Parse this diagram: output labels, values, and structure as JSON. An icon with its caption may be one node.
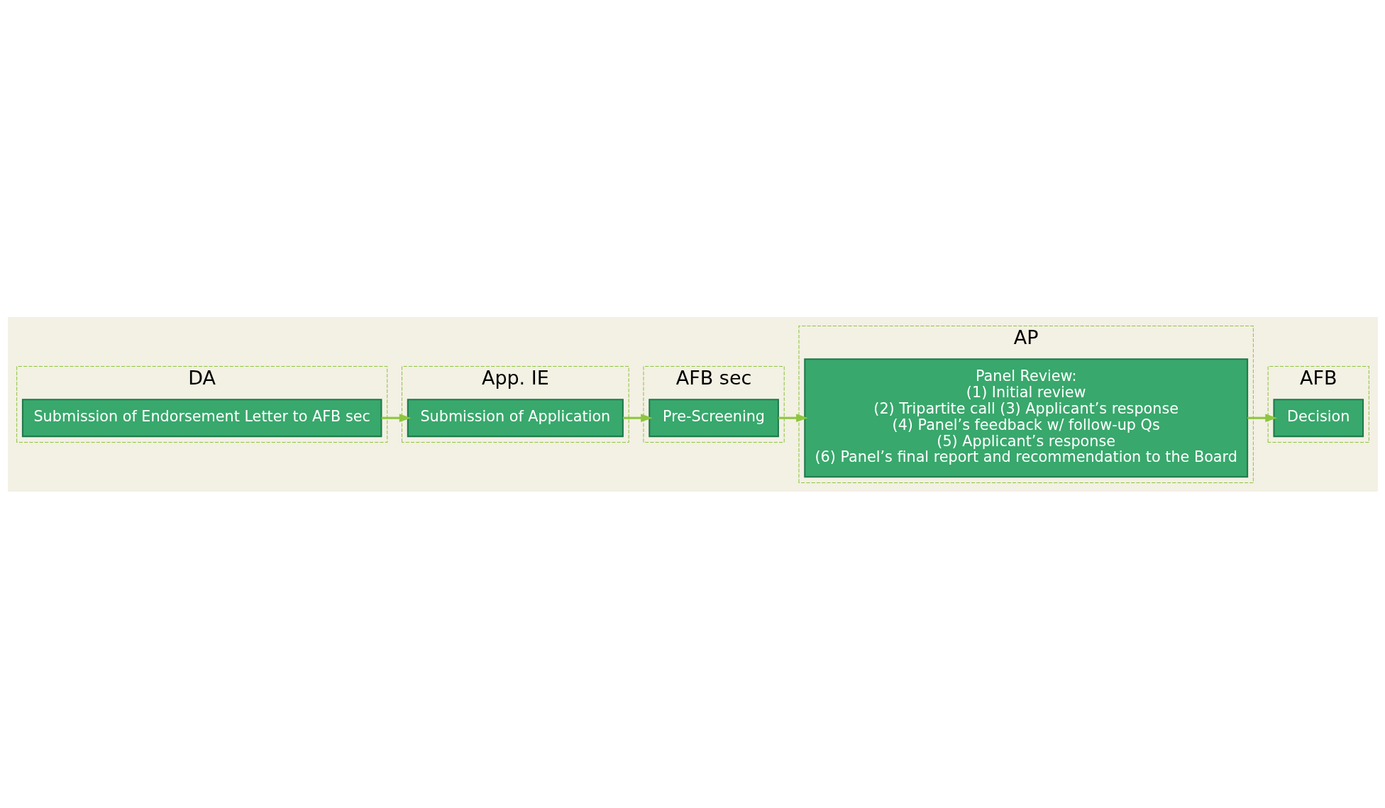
{
  "diagram": {
    "nodes": [
      {
        "text": [
          "DA"
        ]
      },
      {
        "text": [
          "Submission of Endorsement Letter to AFB sec"
        ],
        "in": 0
      },
      {
        "text": [
          "App. IE"
        ]
      },
      {
        "text": [
          "Submission of Application"
        ],
        "in": 2
      },
      {
        "text": [
          "AFB sec"
        ]
      },
      {
        "text": [
          "Pre-Screening"
        ],
        "in": 4
      },
      {
        "text": [
          "AP"
        ]
      },
      {
        "text": [
          "Panel Review:",
          "(1) Initial review",
          "(2) Tripartite call (3) Applicant’s response",
          "(4) Panel’s feedback w/ follow-up Qs",
          "(5) Applicant’s response",
          "(6) Panel’s final report and recommendation to the Board"
        ],
        "in": 6
      },
      {
        "text": [
          "AFB"
        ]
      },
      {
        "text": [
          "Decision"
        ],
        "in": 8
      }
    ],
    "edges": [
      {
        "from": 1,
        "to": 3,
        "arrow": "to"
      },
      {
        "from": 3,
        "to": 5,
        "arrow": "to"
      },
      {
        "from": 5,
        "to": 7,
        "arrow": "to"
      },
      {
        "from": 7,
        "to": 9,
        "arrow": "to"
      }
    ]
  }
}
